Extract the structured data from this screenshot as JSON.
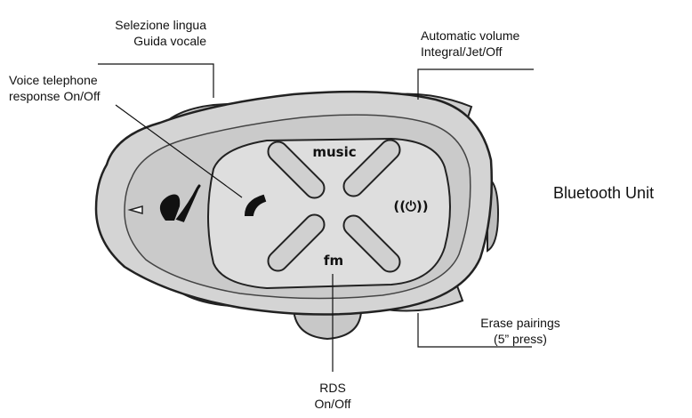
{
  "labels": {
    "language": {
      "line1": "Selezione lingua",
      "line2": "Guida vocale"
    },
    "voice": {
      "line1": "Voice telephone",
      "line2": "response On/Off"
    },
    "volume": {
      "line1": "Automatic volume",
      "line2": "Integral/Jet/Off"
    },
    "unit": "Bluetooth Unit",
    "erase": {
      "line1": "Erase pairings",
      "line2": "(5” press)"
    },
    "rds": {
      "line1": "RDS",
      "line2": "On/Off"
    }
  },
  "buttons": {
    "music": "music",
    "fm": "fm",
    "power": "((⏻))"
  },
  "icons": [
    "logo-icon",
    "phone-icon",
    "power-icon"
  ]
}
